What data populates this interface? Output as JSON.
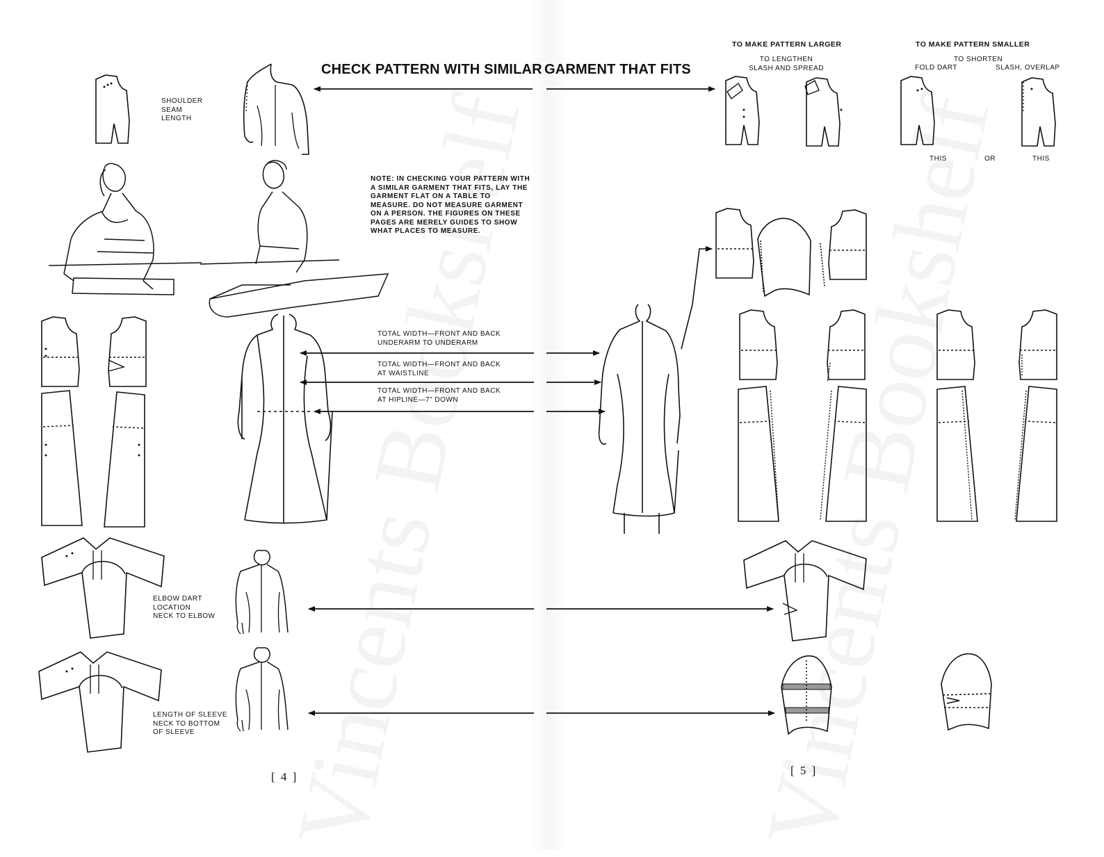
{
  "title": {
    "left_half": "CHECK PATTERN WITH SIMILAR",
    "right_half": "GARMENT THAT FITS"
  },
  "left_page": {
    "shoulder_label": [
      "SHOULDER",
      "SEAM",
      "LENGTH"
    ],
    "note": "NOTE: IN CHECKING YOUR PATTERN WITH A SIMILAR GARMENT THAT FITS, LAY THE GARMENT FLAT ON A TABLE TO MEASURE. DO NOT MEASURE GARMENT ON A PERSON. THE FIGURES ON THESE PAGES ARE MERELY GUIDES TO SHOW WHAT PLACES TO MEASURE.",
    "measurements": [
      {
        "line1": "TOTAL WIDTH—FRONT AND BACK",
        "line2": "UNDERARM TO UNDERARM"
      },
      {
        "line1": "TOTAL WIDTH—FRONT AND BACK",
        "line2": "AT WAISTLINE"
      },
      {
        "line1": "TOTAL WIDTH—FRONT AND BACK",
        "line2": "AT HIPLINE—7\" DOWN"
      }
    ],
    "elbow_label": [
      "ELBOW DART",
      "LOCATION",
      "NECK TO ELBOW"
    ],
    "sleeve_label": [
      "LENGTH OF SLEEVE",
      "NECK TO BOTTOM",
      "OF SLEEVE"
    ],
    "page_number": "[ 4 ]"
  },
  "right_page": {
    "larger": {
      "heading": "TO MAKE PATTERN LARGER",
      "sub1": "TO LENGTHEN",
      "sub2": "SLASH AND SPREAD"
    },
    "smaller": {
      "heading": "TO MAKE PATTERN SMALLER",
      "sub1": "TO SHORTEN",
      "left_option": "FOLD DART",
      "right_option": "SLASH, OVERLAP",
      "choice": [
        "THIS",
        "OR",
        "THIS"
      ]
    },
    "page_number": "[ 5 ]"
  },
  "watermark": {
    "left": "Vincents Bookshelf",
    "right": "Vincents Bookshelf"
  }
}
